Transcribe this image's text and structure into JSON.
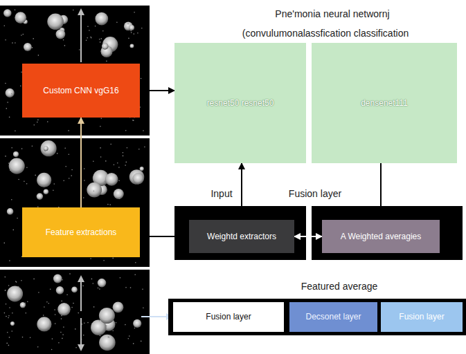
{
  "diagram": {
    "title": "Pne'monia neural networnj",
    "nodes": [
      {
        "text": [
          "Custom CNN vgG16"
        ]
      },
      {
        "text": [
          "resnet50 resnet50"
        ]
      },
      {
        "text": [
          "densenet111"
        ]
      },
      {
        "text": [
          "Feature extractions"
        ]
      },
      {
        "text": [
          "Weightd extractors"
        ]
      },
      {
        "text": [
          "A Weighted averagies"
        ]
      },
      {
        "text": [
          "Fusion layer"
        ]
      },
      {
        "text": [
          "Decsonet layer"
        ]
      },
      {
        "text": [
          "Fusion layer"
        ]
      }
    ],
    "edges": [
      {
        "from": 0,
        "to": 1,
        "arrow": "to"
      },
      {
        "from": 1,
        "to": 2,
        "arrow": "to"
      },
      {
        "from": 3,
        "to": 0,
        "arrow": "to"
      },
      {
        "from": 1,
        "to": 4,
        "arrow": "both"
      },
      {
        "from": 2,
        "to": 5,
        "arrow": "to"
      },
      {
        "from": 3,
        "to": 4,
        "arrow": "to"
      },
      {
        "from": 4,
        "to": 5,
        "arrow": "both"
      }
    ],
    "labels": [
      "(convulumonalassfication classification",
      "Input",
      "Fusion layer",
      "Featured average"
    ]
  }
}
